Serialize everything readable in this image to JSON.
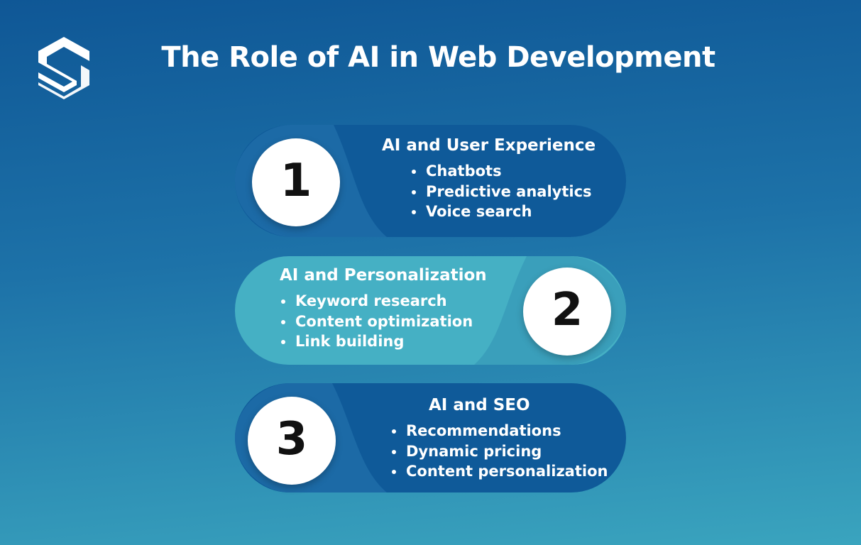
{
  "title": "The Role of AI in Web Development",
  "logo_icon": "s-logo-icon",
  "colors": {
    "background_top": "#0f5796",
    "background_bottom": "#3aa4be",
    "card_dark": "#0f5a99",
    "card_light": "#45b0c4",
    "circle": "#ffffff",
    "number": "#111111"
  },
  "cards": [
    {
      "number": "1",
      "title": "AI and User Experience",
      "items": [
        "Chatbots",
        "Predictive analytics",
        "Voice search"
      ]
    },
    {
      "number": "2",
      "title": "AI and Personalization",
      "items": [
        "Keyword research",
        "Content optimization",
        "Link building"
      ]
    },
    {
      "number": "3",
      "title": "AI and SEO",
      "items": [
        "Recommendations",
        "Dynamic pricing",
        "Content personalization"
      ]
    }
  ]
}
